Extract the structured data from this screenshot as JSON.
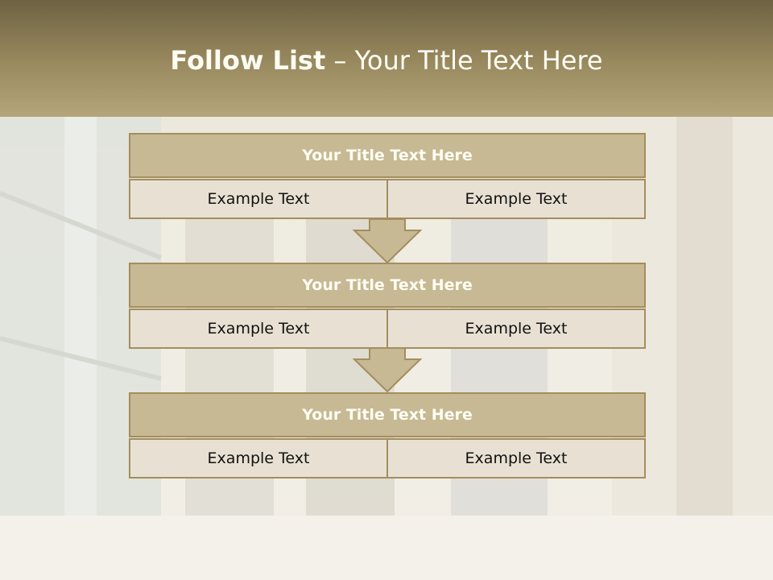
{
  "header": {
    "title_bold": "Follow List",
    "title_rest": " – Your Title Text Here"
  },
  "blocks": [
    {
      "title": "Your Title Text Here",
      "left": "Example Text",
      "right": "Example Text"
    },
    {
      "title": "Your Title Text Here",
      "left": "Example Text",
      "right": "Example Text"
    },
    {
      "title": "Your Title Text Here",
      "left": "Example Text",
      "right": "Example Text"
    }
  ],
  "colors": {
    "header_dark": "#6e6242",
    "header_light": "#b4a57a",
    "title_fill": "#c6b993",
    "border": "#a38e5d",
    "cell_fill": "#e8e1d3"
  }
}
